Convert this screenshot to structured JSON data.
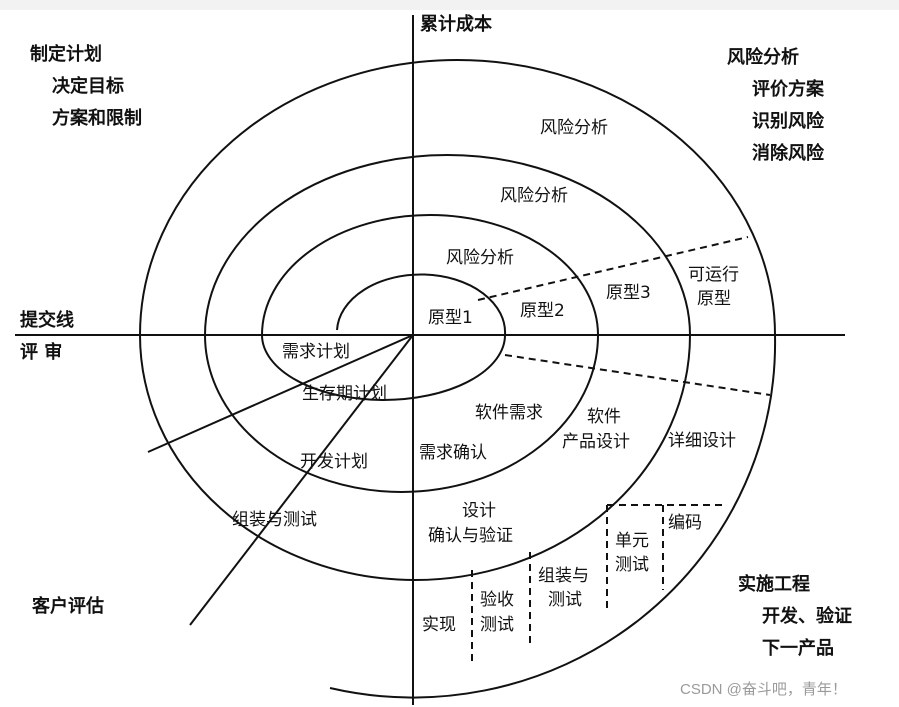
{
  "axes": {
    "top": "累计成本",
    "left_upper": "提交线",
    "left_lower": "评 审"
  },
  "quadrants": {
    "top_left": [
      "制定计划",
      "决定目标",
      "方案和限制"
    ],
    "top_right": [
      "风险分析",
      "评价方案",
      "识别风险",
      "消除风险"
    ],
    "bottom_left": [
      "客户评估"
    ],
    "bottom_right": [
      "实施工程",
      "开发、验证",
      "下一产品"
    ]
  },
  "risk_labels": [
    "风险分析",
    "风险分析",
    "风险分析"
  ],
  "prototypes": [
    "原型1",
    "原型2",
    "原型3",
    "可运行",
    "原型"
  ],
  "plans": [
    "需求计划",
    "生存期计划",
    "开发计划",
    "组装与测试"
  ],
  "stages": {
    "software_req": "软件需求",
    "product_design_1": "软件",
    "product_design_2": "产品设计",
    "detail_design": "详细设计",
    "req_confirm": "需求确认",
    "design_verify_1": "设计",
    "design_verify_2": "确认与验证",
    "coding": "编码",
    "unit_test_1": "单元",
    "unit_test_2": "测试",
    "integration_1": "组装与",
    "integration_2": "测试",
    "acceptance_1": "验收",
    "acceptance_2": "测试",
    "implement": "实现"
  },
  "watermark": "CSDN @奋斗吧，青年！"
}
